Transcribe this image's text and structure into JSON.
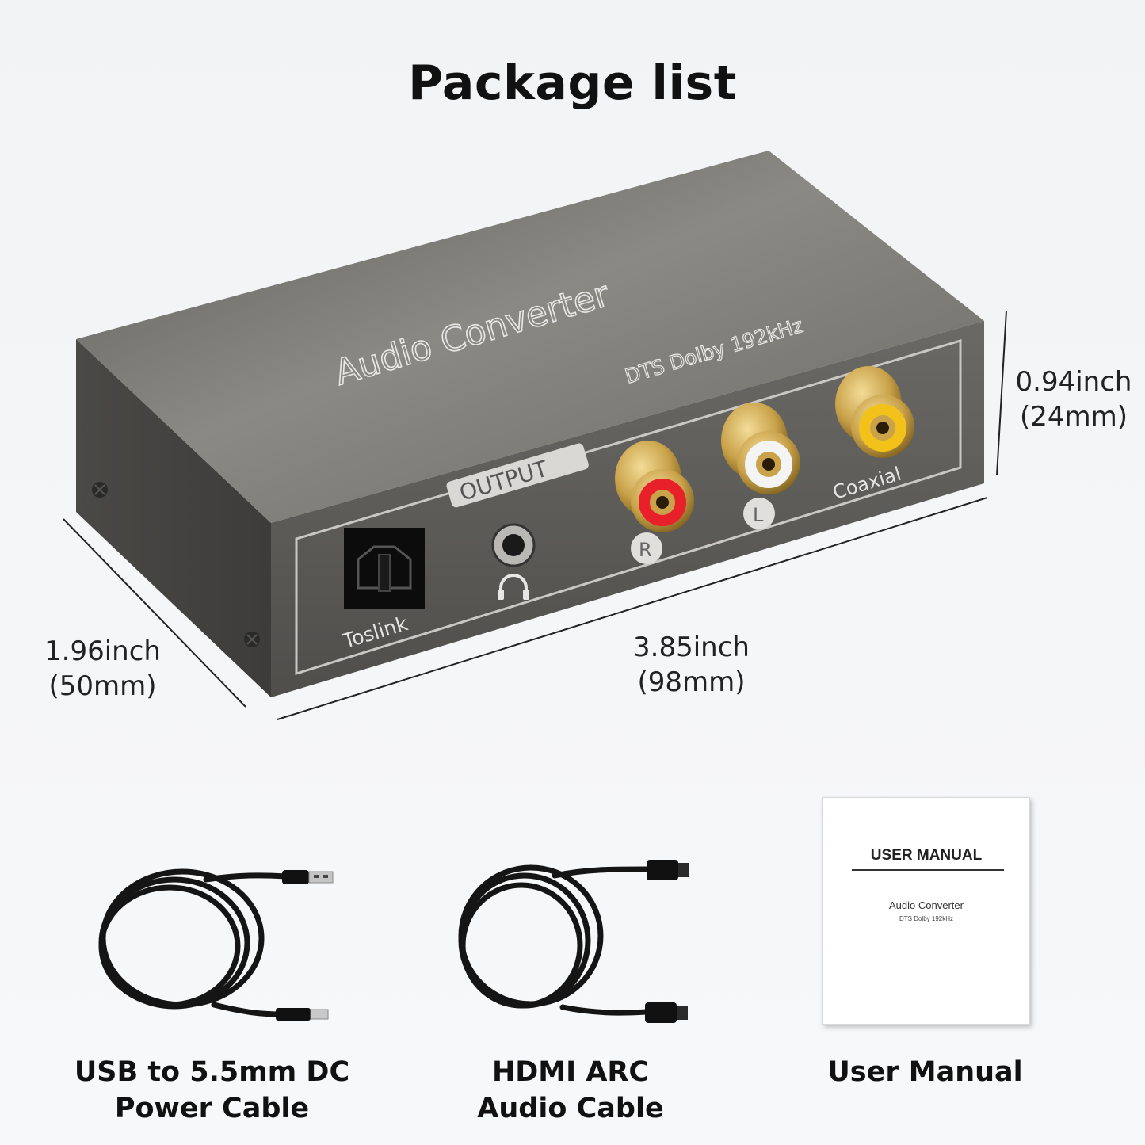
{
  "title": "Package list",
  "device": {
    "name": "Audio Converter",
    "spec": "DTS Dolby 192kHz",
    "output_label": "OUTPUT",
    "toslink_label": "Toslink",
    "coaxial_label": "Coaxial",
    "right_label": "R",
    "left_label": "L"
  },
  "dimensions": {
    "height": {
      "inch": "0.94inch",
      "mm": "(24mm)"
    },
    "depth": {
      "inch": "1.96inch",
      "mm": "(50mm)"
    },
    "width": {
      "inch": "3.85inch",
      "mm": "(98mm)"
    }
  },
  "items": [
    {
      "line1": "USB to 5.5mm DC",
      "line2": "Power Cable"
    },
    {
      "line1": "HDMI ARC",
      "line2": "Audio Cable"
    },
    {
      "line1": "User Manual",
      "line2": ""
    }
  ],
  "manual": {
    "title": "USER MANUAL",
    "subtitle": "Audio Converter",
    "spec": "DTS Dolby 192kHz"
  },
  "colors": {
    "housing": "#6b6a66",
    "rca_red": "#e8202a",
    "rca_white": "#f4f4f4",
    "rca_yellow": "#f2c21a",
    "gold": "#c9a24a"
  }
}
